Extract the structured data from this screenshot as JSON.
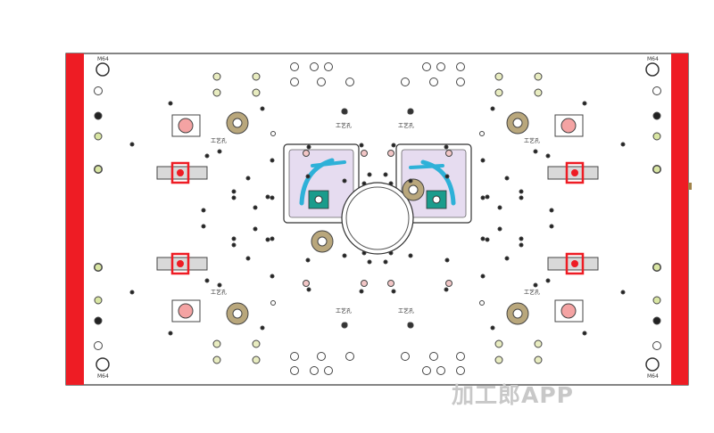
{
  "watermark": "加工郎APP",
  "corner_marks": [
    "M64",
    "M64",
    "M64",
    "M64"
  ],
  "part_labels": [
    "工艺孔",
    "工艺孔",
    "工艺孔",
    "工艺孔",
    "工艺孔",
    "工艺孔",
    "工艺孔",
    "工艺孔"
  ],
  "colors": {
    "side_rail": "#ee1c24",
    "outline": "#333333",
    "bronze": "#b9a77c",
    "pink": "#f4a3a3",
    "cyan": "#2eb1d8",
    "teal": "#1a9c8c",
    "lavender": "#e6dcf0"
  }
}
